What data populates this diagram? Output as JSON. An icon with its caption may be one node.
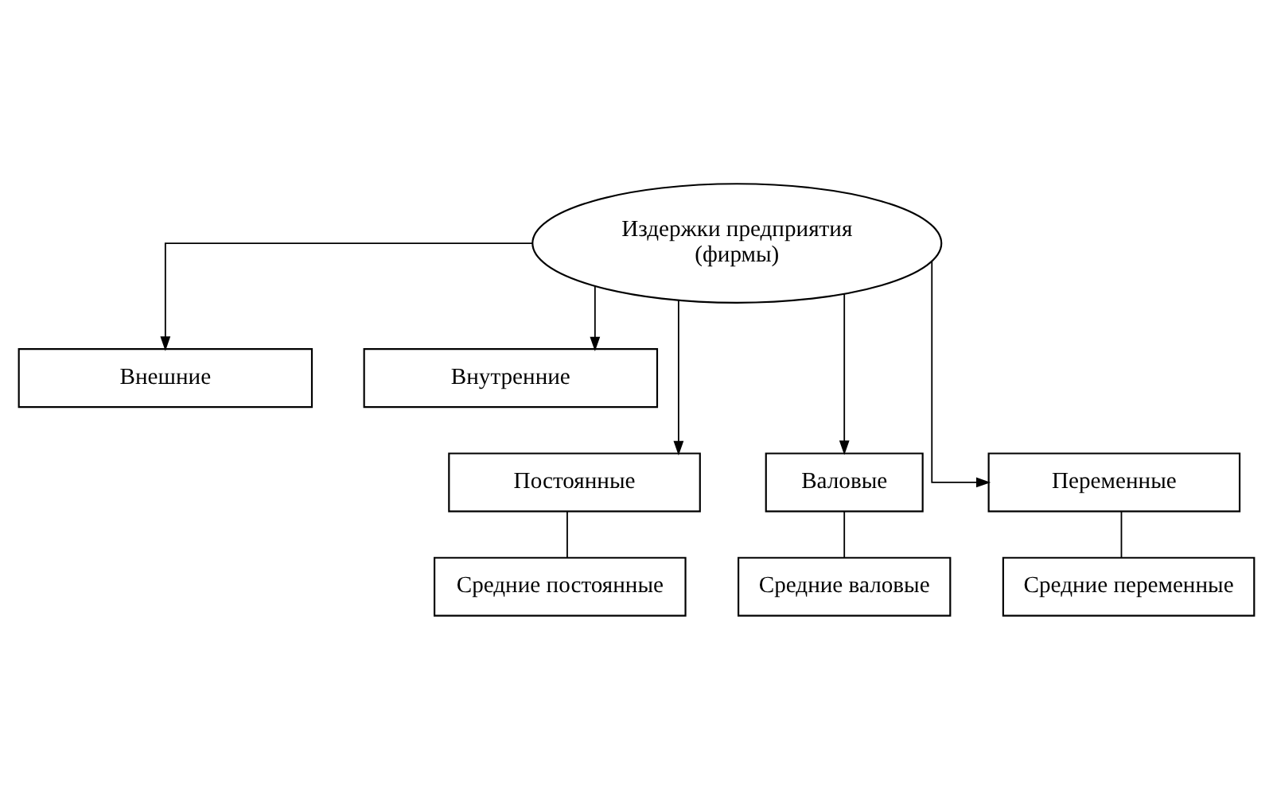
{
  "diagram": {
    "nodes": [
      {
        "text": [
          "Издержки предприятия (фирмы)"
        ]
      },
      {
        "text": [
          "Внешние"
        ]
      },
      {
        "text": [
          "Внутренние"
        ]
      },
      {
        "text": [
          "Постоянные"
        ]
      },
      {
        "text": [
          "Валовые"
        ]
      },
      {
        "text": [
          "Переменные"
        ]
      },
      {
        "text": [
          "Средние постоянные"
        ]
      },
      {
        "text": [
          "Средние валовые"
        ]
      },
      {
        "text": [
          "Средние переменные"
        ]
      }
    ],
    "edges": [
      {
        "from": 0,
        "to": 1,
        "arrow": "to"
      },
      {
        "from": 0,
        "to": 2,
        "arrow": "to"
      },
      {
        "from": 0,
        "to": 4,
        "arrow": "to"
      },
      {
        "from": 0,
        "to": 3,
        "arrow": "to"
      },
      {
        "from": 0,
        "to": 5,
        "arrow": "to"
      },
      {
        "from": 3,
        "to": 6,
        "arrow": "none"
      },
      {
        "from": 4,
        "to": 7,
        "arrow": "none"
      },
      {
        "from": 5,
        "to": 8,
        "arrow": "none"
      }
    ]
  }
}
